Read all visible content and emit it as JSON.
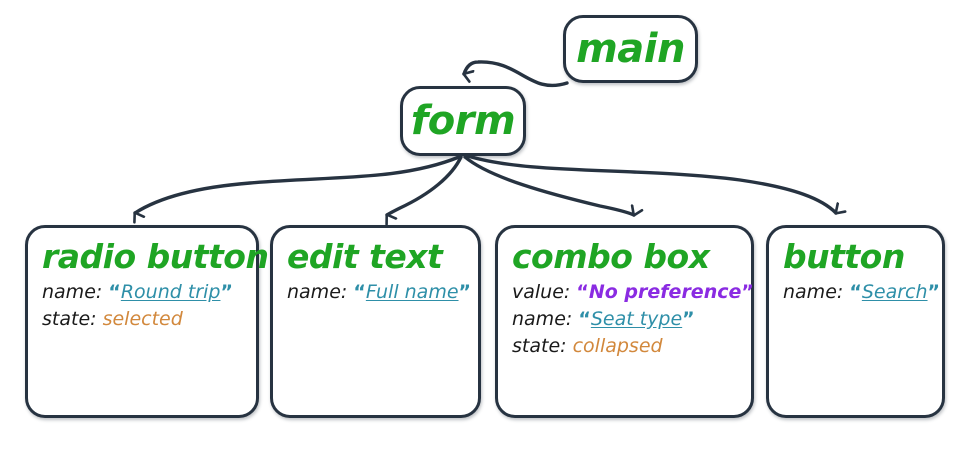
{
  "diagram": {
    "type": "accessibility-tree-diagram",
    "colors": {
      "node_title": "#1FA524",
      "attribute_key": "#1a1a1a",
      "name_value": "#2E8FA8",
      "value_value": "#8A2BE2",
      "state_value": "#D2883C",
      "node_border": "#273341",
      "background": "#ffffff"
    },
    "nodes": [
      {
        "id": "main",
        "title": "main",
        "attributes": []
      },
      {
        "id": "form",
        "title": "form",
        "attributes": []
      },
      {
        "id": "radio-button",
        "title": "radio button",
        "attributes": [
          {
            "key": "name:",
            "open_quote": "“",
            "value": "Round trip",
            "close_quote": "”",
            "style": "link"
          },
          {
            "key": "state:",
            "open_quote": "",
            "value": "selected",
            "close_quote": "",
            "style": "state"
          }
        ]
      },
      {
        "id": "edit-text",
        "title": "edit text",
        "attributes": [
          {
            "key": "name:",
            "open_quote": "“",
            "value": "Full name",
            "close_quote": "”",
            "style": "link"
          }
        ]
      },
      {
        "id": "combo-box",
        "title": "combo box",
        "attributes": [
          {
            "key": "value:",
            "open_quote": "“",
            "value": "No preference",
            "close_quote": "”",
            "style": "value"
          },
          {
            "key": "name:",
            "open_quote": "“",
            "value": "Seat type",
            "close_quote": "”",
            "style": "link"
          },
          {
            "key": "state:",
            "open_quote": "",
            "value": "collapsed",
            "close_quote": "",
            "style": "state"
          }
        ]
      },
      {
        "id": "button",
        "title": "button",
        "attributes": [
          {
            "key": "name:",
            "open_quote": "“",
            "value": "Search",
            "close_quote": "”",
            "style": "link"
          }
        ]
      }
    ],
    "edges": [
      {
        "from": "main",
        "to": "form"
      },
      {
        "from": "form",
        "to": "radio-button"
      },
      {
        "from": "form",
        "to": "edit-text"
      },
      {
        "from": "form",
        "to": "combo-box"
      },
      {
        "from": "form",
        "to": "button"
      }
    ]
  }
}
